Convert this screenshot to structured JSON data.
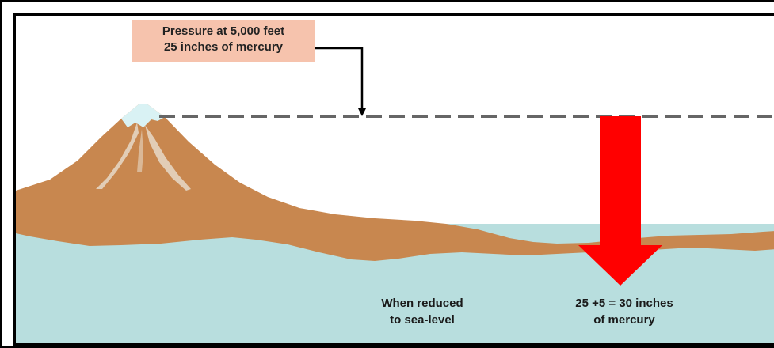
{
  "annotation": {
    "line1": "Pressure at 5,000 feet",
    "line2": "25 inches of mercury"
  },
  "caption_left": {
    "line1": "When reduced",
    "line2": "to sea-level"
  },
  "caption_right": {
    "line1": "25 +5 = 30 inches",
    "line2": "of mercury"
  },
  "colors": {
    "mountain": "#c8874f",
    "sea": "#b8dede",
    "snow": "#d9f2f4",
    "arrow": "#ff0000",
    "dashed_line": "#666666",
    "label_box": "#f6c3ad"
  }
}
